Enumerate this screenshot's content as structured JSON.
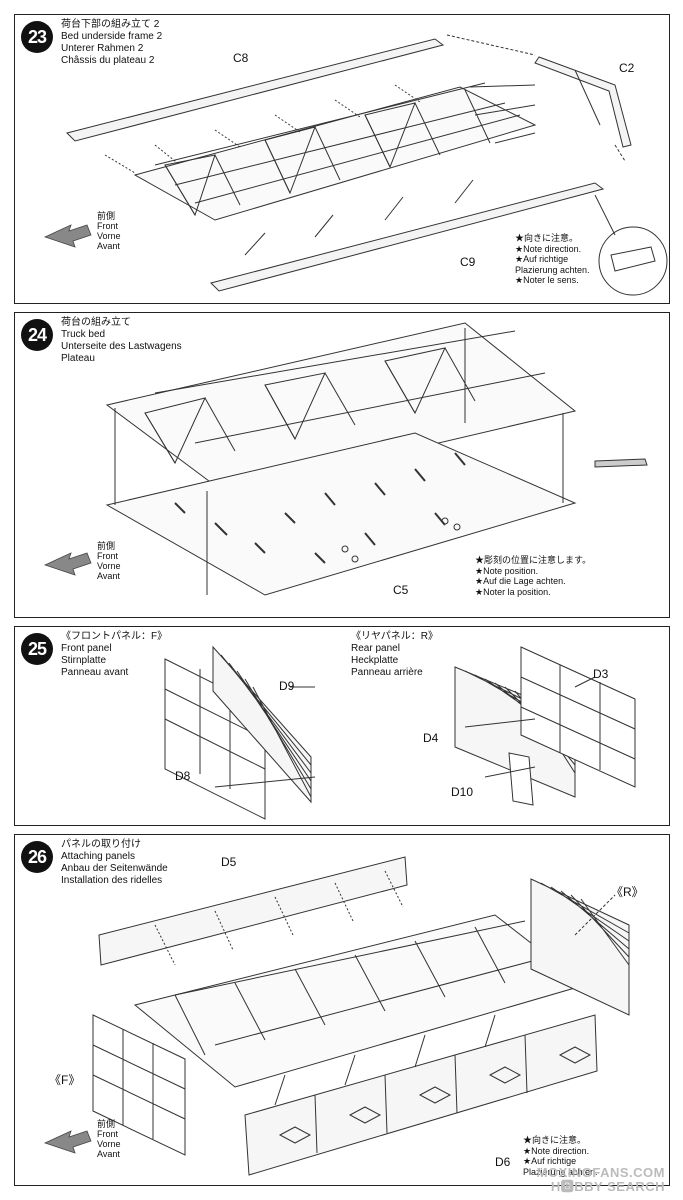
{
  "steps": [
    {
      "number": "23",
      "titles": [
        "荷台下部の組み立て 2",
        "Bed underside frame 2",
        "Unterer Rahmen 2",
        "Châssis du plateau 2"
      ],
      "part_labels": {
        "c8": "C8",
        "c2": "C2",
        "c9": "C9"
      },
      "front": [
        "前側",
        "Front",
        "Vorne",
        "Avant"
      ],
      "note": [
        "★向きに注意。",
        "★Note direction.",
        "★Auf richtige",
        "Plazierung achten.",
        "★Noter le sens."
      ]
    },
    {
      "number": "24",
      "titles": [
        "荷台の組み立て",
        "Truck bed",
        "Unterseite des Lastwagens",
        "Plateau"
      ],
      "part_labels": {
        "c5": "C5"
      },
      "front": [
        "前側",
        "Front",
        "Vorne",
        "Avant"
      ],
      "note": [
        "★彫刻の位置に注意します。",
        "★Note position.",
        "★Auf die Lage achten.",
        "★Noter la position."
      ]
    },
    {
      "number": "25",
      "titles_front": [
        "《フロントパネル：F》",
        "Front panel",
        "Stirnplatte",
        "Panneau avant"
      ],
      "titles_rear": [
        "《リヤパネル：R》",
        "Rear panel",
        "Heckplatte",
        "Panneau arrière"
      ],
      "part_labels": {
        "d9": "D9",
        "d8": "D8",
        "d3": "D3",
        "d4": "D4",
        "d10": "D10"
      }
    },
    {
      "number": "26",
      "titles": [
        "パネルの取り付け",
        "Attaching panels",
        "Anbau der Seitenwände",
        "Installation des ridelles"
      ],
      "part_labels": {
        "d5": "D5",
        "r": "《R》",
        "f": "《F》",
        "d6": "D6"
      },
      "front": [
        "前側",
        "Front",
        "Vorne",
        "Avant"
      ],
      "note": [
        "★向きに注意。",
        "★Note direction.",
        "★Auf richtige",
        "Plazierung achten."
      ]
    }
  ],
  "watermark": [
    "MOXINGFANS.COM",
    "H🅱BBY SEARCH"
  ]
}
